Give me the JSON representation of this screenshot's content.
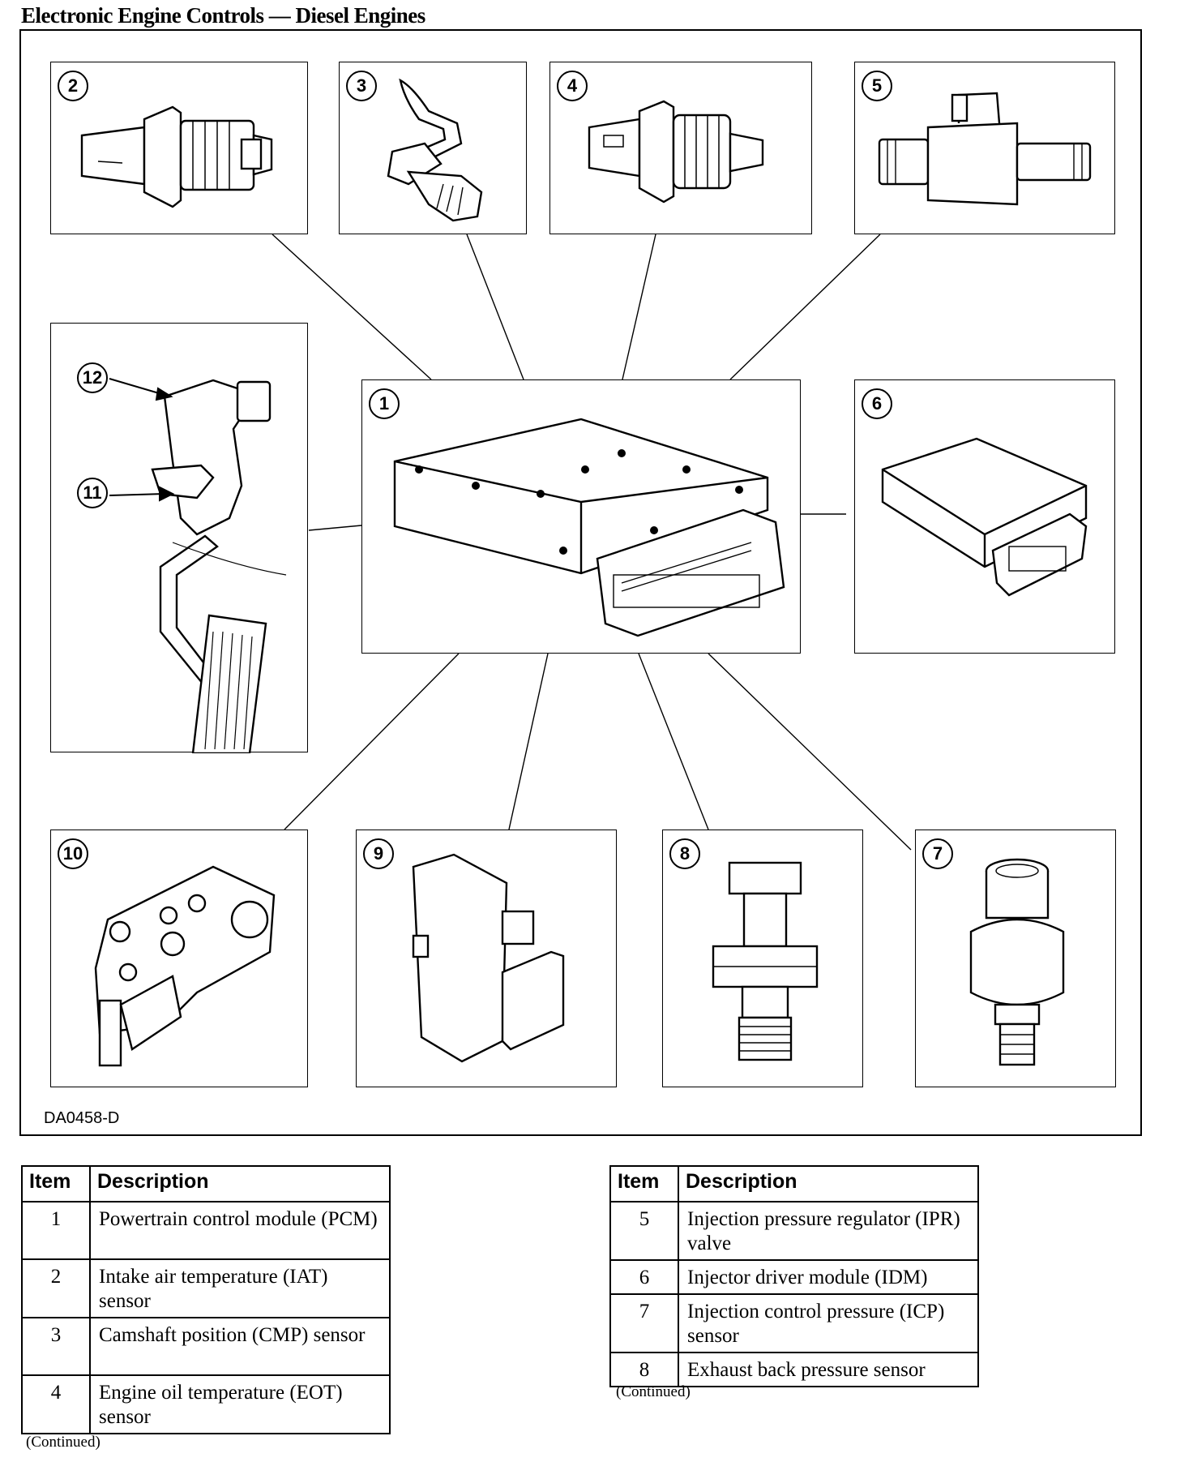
{
  "title": "Electronic Engine Controls — Diesel Engines",
  "figure": {
    "code": "DA0458-D",
    "callouts": [
      "1",
      "2",
      "3",
      "4",
      "5",
      "6",
      "7",
      "8",
      "9",
      "10",
      "11",
      "12"
    ]
  },
  "tables": {
    "left": {
      "headers": [
        "Item",
        "Description"
      ],
      "rows": [
        {
          "item": "1",
          "description": "Powertrain control module (PCM)"
        },
        {
          "item": "2",
          "description": "Intake air temperature (IAT) sensor"
        },
        {
          "item": "3",
          "description": "Camshaft position (CMP) sensor"
        },
        {
          "item": "4",
          "description": "Engine oil temperature (EOT) sensor"
        }
      ],
      "continued": "(Continued)"
    },
    "right": {
      "headers": [
        "Item",
        "Description"
      ],
      "rows": [
        {
          "item": "5",
          "description": "Injection pressure regulator (IPR) valve"
        },
        {
          "item": "6",
          "description": "Injector driver module (IDM)"
        },
        {
          "item": "7",
          "description": "Injection control pressure (ICP) sensor"
        },
        {
          "item": "8",
          "description": "Exhaust back pressure sensor"
        }
      ],
      "continued": "(Continued)"
    }
  }
}
